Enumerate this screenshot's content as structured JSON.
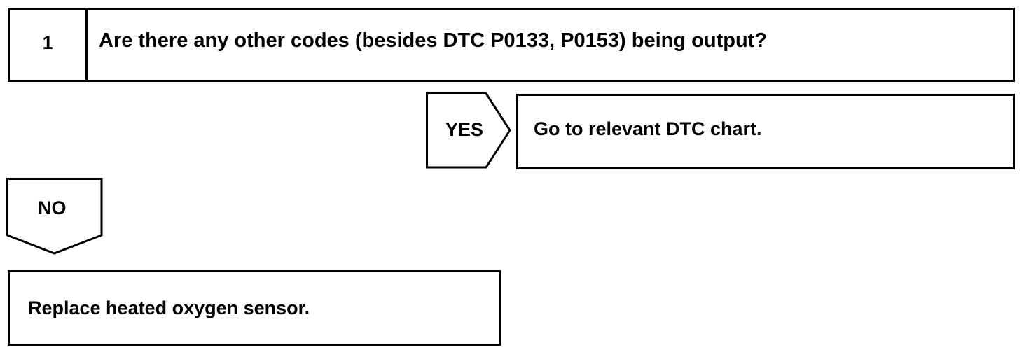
{
  "step": {
    "number": "1",
    "question": "Are there any other codes (besides DTC P0133, P0153) being output?"
  },
  "yes_branch": {
    "label": "YES",
    "result": "Go to relevant DTC chart."
  },
  "no_branch": {
    "label": "NO",
    "result": "Replace heated oxygen sensor."
  }
}
